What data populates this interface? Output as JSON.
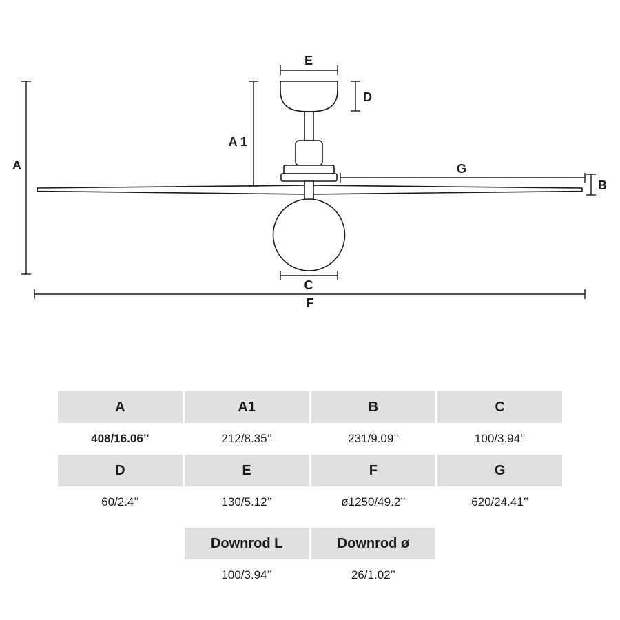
{
  "diagram": {
    "labels": {
      "A": "A",
      "A1": "A 1",
      "B": "B",
      "C": "C",
      "D": "D",
      "E": "E",
      "F": "F",
      "G": "G"
    }
  },
  "table": {
    "group1": {
      "headers": [
        "A",
        "A1",
        "B",
        "C"
      ],
      "values": [
        "408/16.06’’",
        "212/8.35’’",
        "231/9.09’’",
        "100/3.94’’"
      ]
    },
    "group2": {
      "headers": [
        "D",
        "E",
        "F",
        "G"
      ],
      "values": [
        "60/2.4’’",
        "130/5.12’’",
        "ø1250/49.2’’",
        "620/24.41’’"
      ]
    },
    "group3": {
      "headers": [
        "Downrod L",
        "Downrod ø"
      ],
      "values": [
        "100/3.94’’",
        "26/1.02’’"
      ]
    }
  }
}
